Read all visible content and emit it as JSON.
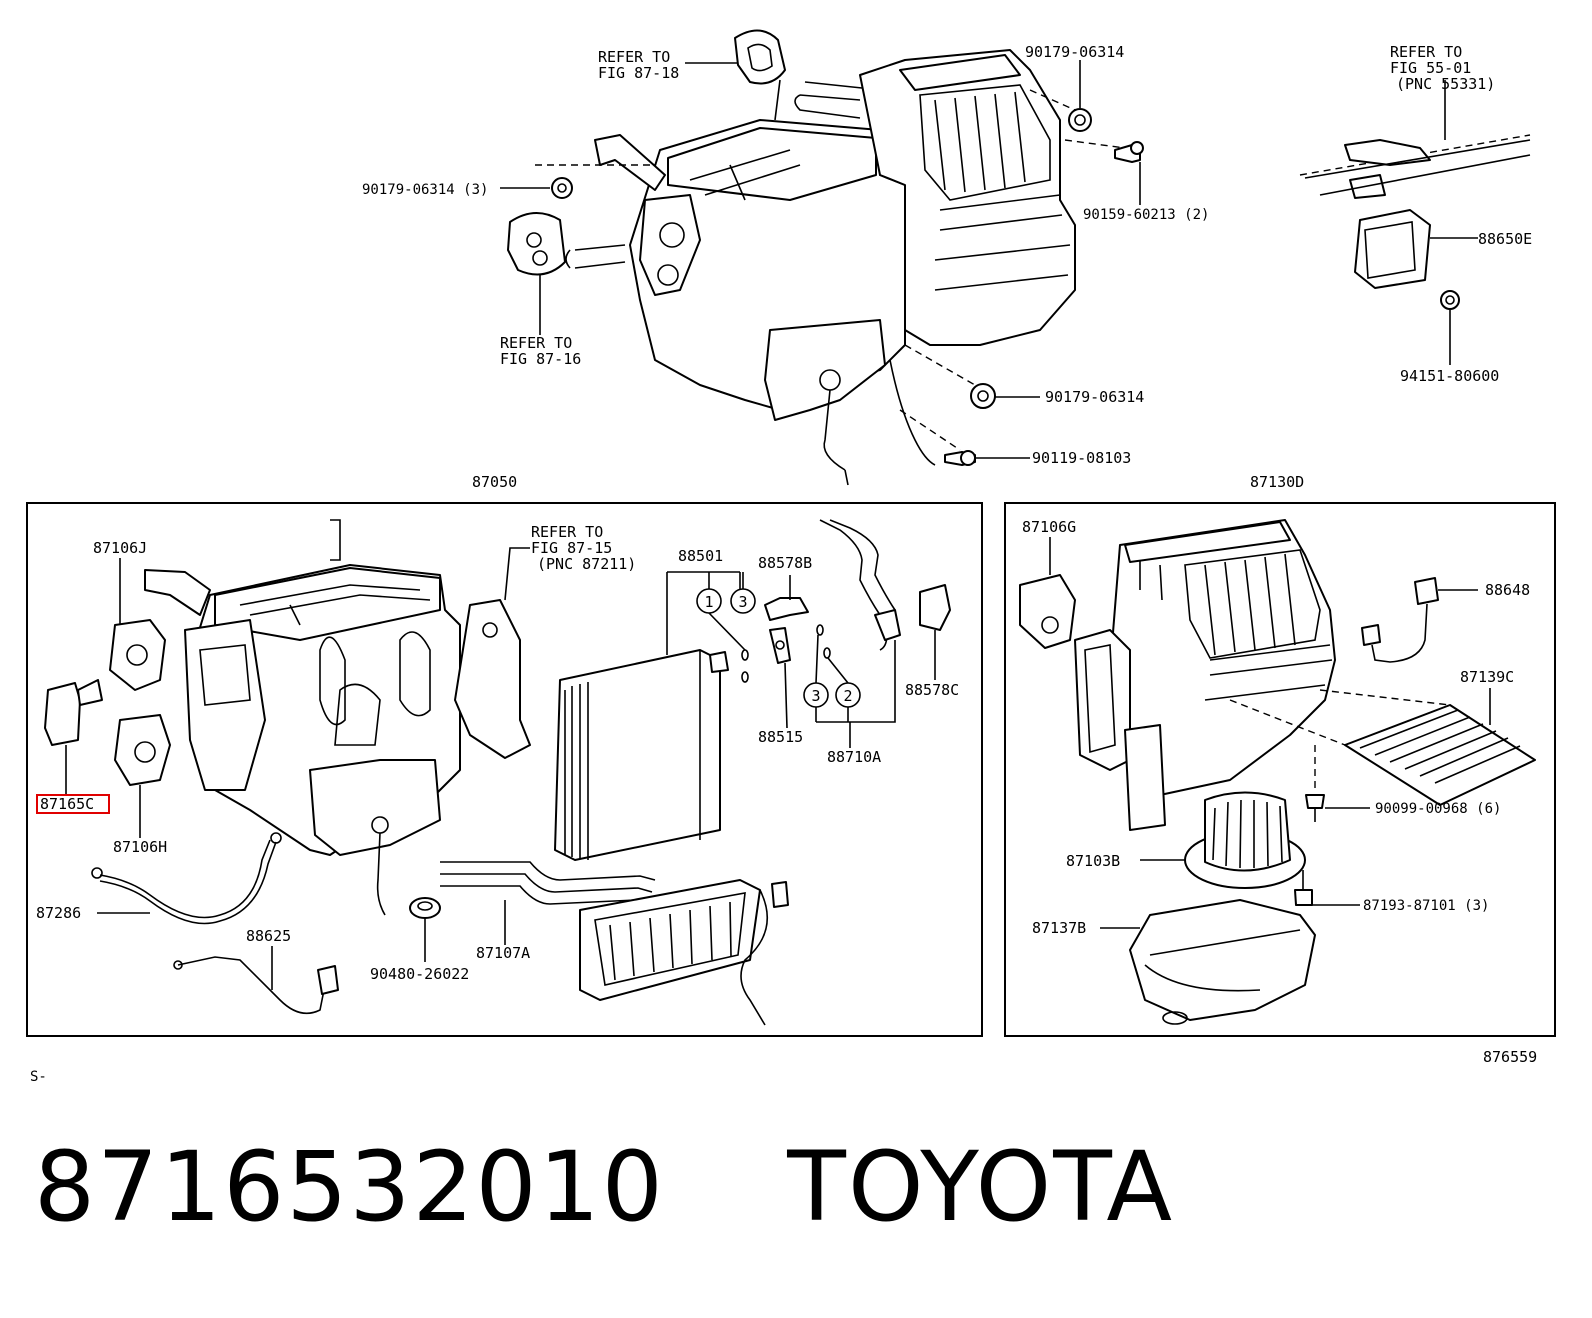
{
  "labels": {
    "refer_87_18": [
      "REFER TO",
      "FIG 87-18"
    ],
    "refer_87_16": [
      "REFER TO",
      "FIG 87-16"
    ],
    "refer_55_01": [
      "REFER TO",
      "FIG 55-01",
      "(PNC 55331)"
    ],
    "refer_87_15": [
      "REFER TO",
      "FIG 87-15",
      "(PNC 87211)"
    ],
    "p_90179_top": "90179-06314",
    "p_90179_3": "90179-06314 (3)",
    "p_90159": "90159-60213 (2)",
    "p_88650e": "88650E",
    "p_94151": "94151-80600",
    "p_90179_mid": "90179-06314",
    "p_90119": "90119-08103",
    "p_87050": "87050",
    "p_87130d": "87130D",
    "p_87106j": "87106J",
    "p_88501": "88501",
    "p_88578b": "88578B",
    "p_87106g": "87106G",
    "p_88648": "88648",
    "p_88578c": "88578C",
    "p_87165c": "87165C",
    "p_88515": "88515",
    "p_88710a": "88710A",
    "p_87139c": "87139C",
    "p_87106h": "87106H",
    "p_90099": "90099-00968 (6)",
    "p_87103b": "87103B",
    "p_87286": "87286",
    "p_88625": "88625",
    "p_87107a": "87107A",
    "p_90480": "90480-26022",
    "p_87193": "87193-87101 (3)",
    "p_87137b": "87137B",
    "fig_no": "876559",
    "series": "S-"
  },
  "circle_refs": [
    "1",
    "3",
    "3",
    "2"
  ],
  "highlighted_part": "87165C",
  "colors": {
    "highlight": "#e00000",
    "line": "#000000",
    "background": "#ffffff"
  },
  "footer": {
    "part_number": "8716532010",
    "brand": "TOYOTA"
  }
}
